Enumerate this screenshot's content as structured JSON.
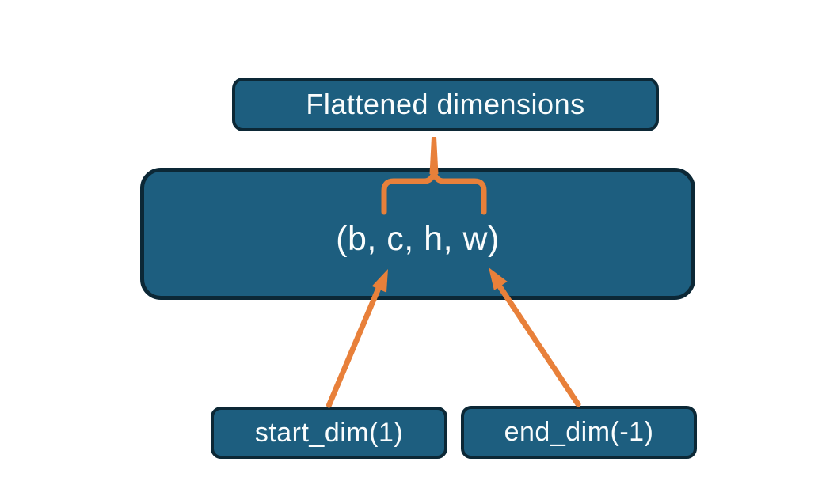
{
  "diagram": {
    "background": "#ffffff",
    "colors": {
      "box_fill": "#1d5e7f",
      "box_border": "#0c2836",
      "accent": "#e8803a",
      "text": "#fafdfd"
    },
    "boxes": {
      "flattened": {
        "label": "Flattened dimensions"
      },
      "tensor": {
        "label": "(b, c, h, w)"
      },
      "start_dim": {
        "label": "start_dim(1)"
      },
      "end_dim": {
        "label": "end_dim(-1)"
      }
    }
  }
}
